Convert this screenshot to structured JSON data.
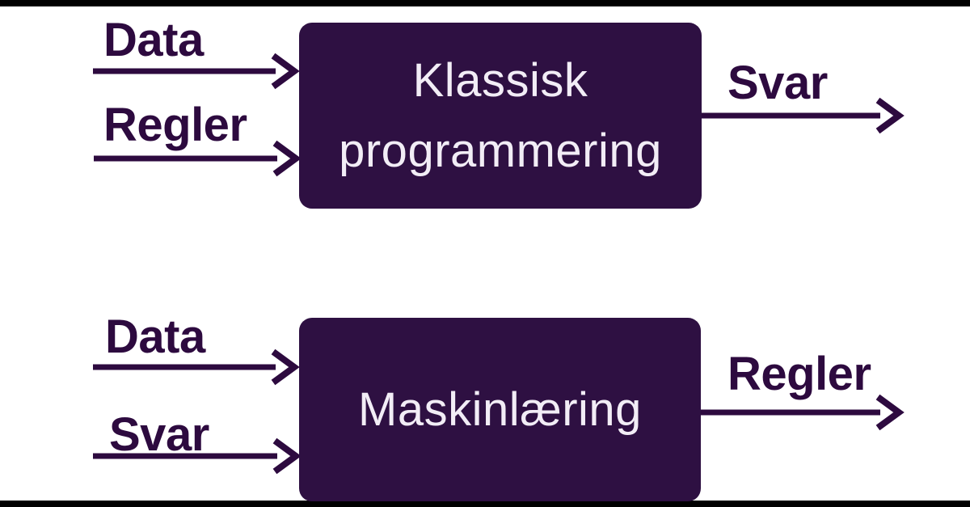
{
  "colors": {
    "page_bg": "#ffffff",
    "bar_color": "#000000",
    "box_fill": "#2e1042",
    "box_text": "#f2edf6",
    "label_text": "#2d0a3f",
    "arrow_color": "#2d0a3f"
  },
  "diagram": {
    "rows": [
      {
        "id": "classic-programming",
        "inputs": [
          {
            "label": "Data"
          },
          {
            "label": "Regler"
          }
        ],
        "box_lines": [
          "Klassisk",
          "programmering"
        ],
        "output": {
          "label": "Svar"
        }
      },
      {
        "id": "machine-learning",
        "inputs": [
          {
            "label": "Data"
          },
          {
            "label": "Svar"
          }
        ],
        "box_lines": [
          "Maskinlæring"
        ],
        "output": {
          "label": "Regler"
        }
      }
    ]
  }
}
